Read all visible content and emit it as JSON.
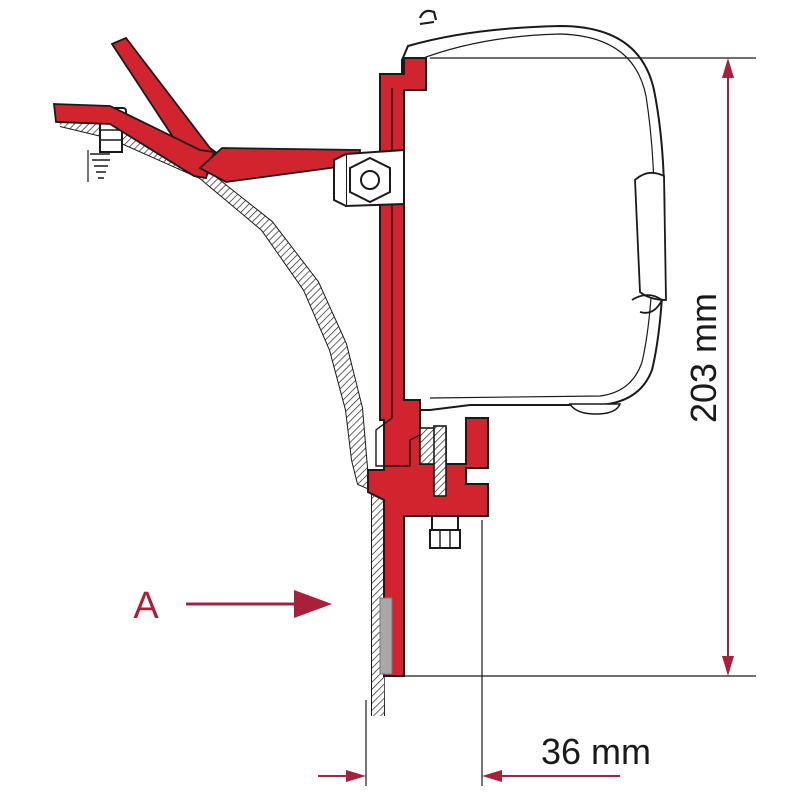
{
  "labels": {
    "callout": "A",
    "height_dimension": "203 mm",
    "width_dimension": "36 mm"
  },
  "colors": {
    "bracket_red": "#d2242f",
    "dimension_line": "#a8203a",
    "outline": "#1a1a1a",
    "panel_fill": "#f2f2f2",
    "strip_gray": "#a8a8a8"
  }
}
